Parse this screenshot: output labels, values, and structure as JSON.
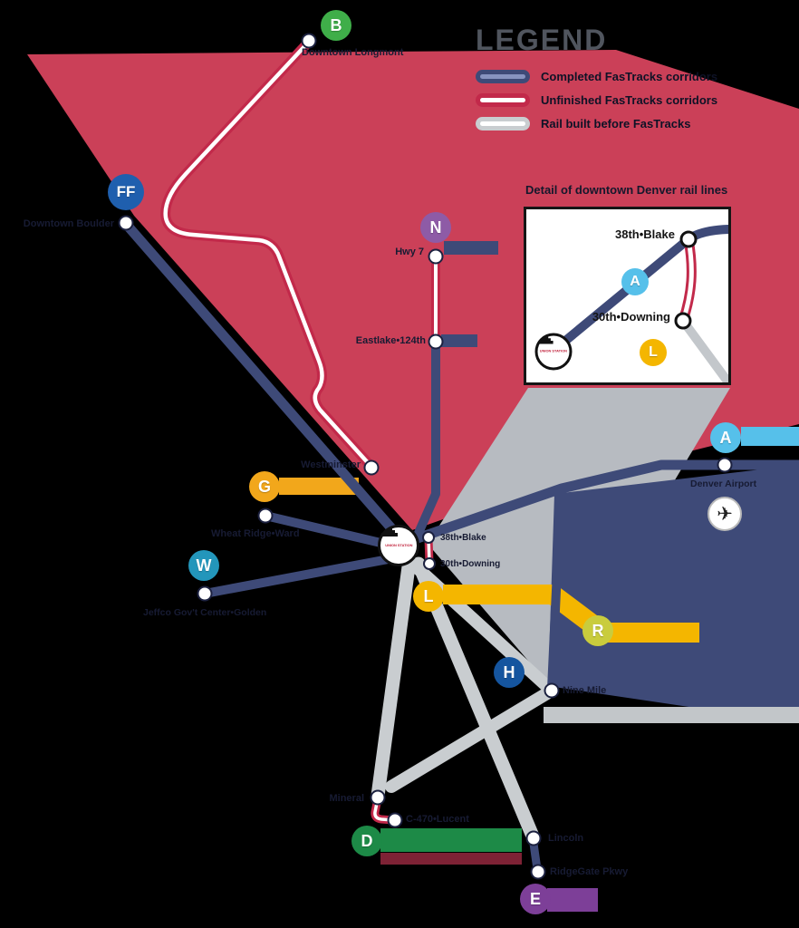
{
  "legend": {
    "title": "LEGEND",
    "items": [
      {
        "id": "completed",
        "label": "Completed FasTracks corridors"
      },
      {
        "id": "unfinished",
        "label": "Unfinished FasTracks corridors"
      },
      {
        "id": "pre",
        "label": "Rail built before FasTracks"
      }
    ]
  },
  "inset": {
    "title": "Detail of downtown Denver rail lines",
    "stations": {
      "blake": "38th•Blake",
      "downing": "30th•Downing"
    },
    "union": "UNION STATION"
  },
  "badges": {
    "b": {
      "letter": "B",
      "color": "#3fae49"
    },
    "ff": {
      "letter": "FF",
      "color": "#1f5fae"
    },
    "n": {
      "letter": "N",
      "color": "#8e5ba6"
    },
    "a": {
      "letter": "A",
      "color": "#56c0ea"
    },
    "g": {
      "letter": "G",
      "color": "#f2a71b"
    },
    "w": {
      "letter": "W",
      "color": "#2396bb"
    },
    "l": {
      "letter": "L",
      "color": "#f4b600"
    },
    "r": {
      "letter": "R",
      "color": "#c9cc3d"
    },
    "h": {
      "letter": "H",
      "color": "#15559f"
    },
    "d": {
      "letter": "D",
      "color": "#1d8a47"
    },
    "e": {
      "letter": "E",
      "color": "#7d3f98"
    }
  },
  "stations": {
    "longmont": "Downtown Longmont",
    "boulder": "Downtown Boulder",
    "hwy7": "Hwy 7",
    "eastlake": "Eastlake•124th",
    "westminster": "Westminster",
    "wheat_ridge": "Wheat Ridge•Ward",
    "jeffco": "Jeffco Gov't Center•Golden",
    "blake": "38th•Blake",
    "downing": "30th•Downing",
    "airport": "Denver Airport",
    "nine_mile": "Nine Mile",
    "mineral": "Mineral",
    "c470": "C-470•Lucent",
    "lincoln": "Lincoln",
    "ridgegate": "RidgeGate Pkwy",
    "union": "UNION STATION"
  },
  "icons": {
    "airplane": "✈"
  },
  "colors": {
    "background": "#000000",
    "completed_rail": "#3e4a78",
    "unfinished_casing": "#c2294a",
    "unfinished_core": "#ffffff",
    "pre_fastracks_rail": "#c9cdd0",
    "red_wedge": "#cb4058",
    "l_line_gold": "#f4b600"
  }
}
